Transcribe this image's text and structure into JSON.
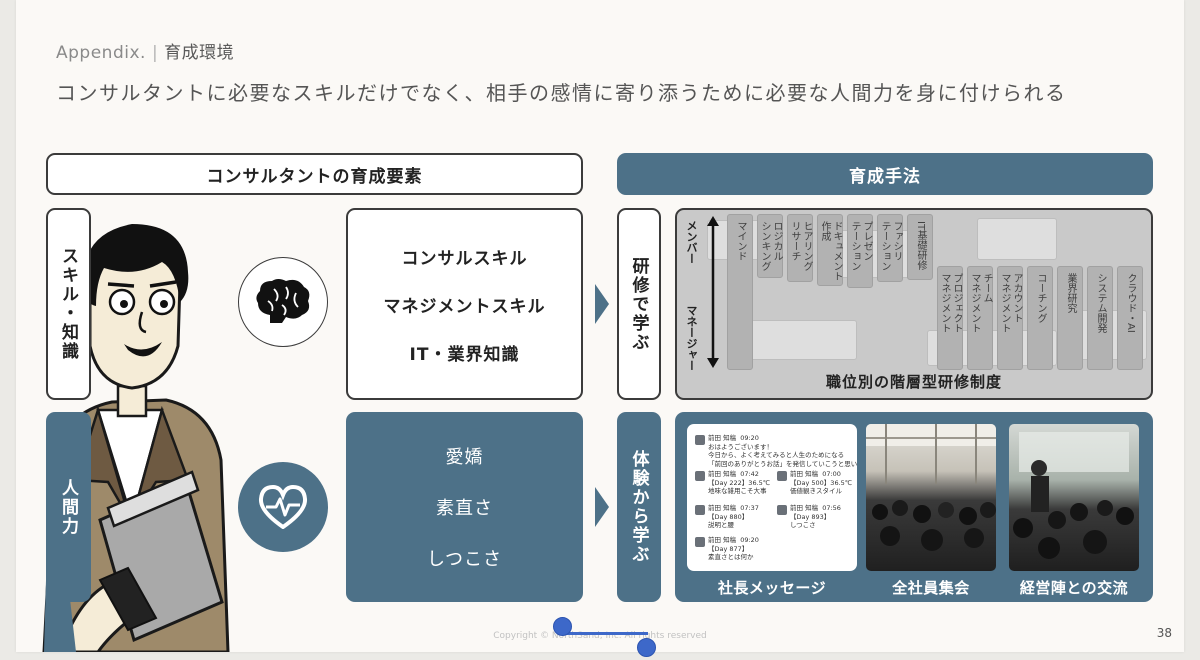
{
  "header": {
    "breadcrumb_section": "Appendix.",
    "breadcrumb_page": "育成環境"
  },
  "subtitle": "コンサルタントに必要なスキルだけでなく、相手の感情に寄り添うために必要な人間力を身に付けられる",
  "left_header": "コンサルタントの育成要素",
  "right_header": "育成手法",
  "categories": {
    "skill": "スキル・知識",
    "human": "人間力"
  },
  "skills": [
    "コンサルスキル",
    "マネジメントスキル",
    "IT・業界知識"
  ],
  "human_traits": [
    "愛嬌",
    "素直さ",
    "しつこさ"
  ],
  "methods": {
    "training": "研修で学ぶ",
    "experience": "体験から学ぶ"
  },
  "training": {
    "caption": "職位別の階層型研修制度",
    "role_top": "メンバー",
    "role_bottom": "マネージャー",
    "columns": [
      "マインド",
      "ロジカル\nシンキング",
      "ヒアリング\nリサーチ",
      "ドキュメント\n作成",
      "プレゼン\nテーション",
      "ファシリ\nテーション",
      "IT基礎研修",
      "プロジェクト\nマネジメント",
      "チーム\nマネジメント",
      "アカウント\nマネジメント",
      "コーチング",
      "業界研究",
      "システム開発",
      "クラウド・AI"
    ]
  },
  "messages": [
    "前田 知稿  09:20\nおはようございます！\n今日から、よく考えてみると人生のためになる\n「前回のありがとうお話」を発信していこうと思います！",
    "前田 知稿  07:42\n【Day 222】36.5℃\n地味な雑用こそ大事",
    "前田 知稿  07:00\n【Day 500】36.5℃\n価値観きスタイル",
    "前田 知稿  07:37\n【Day 880】\n説明と腰",
    "前田 知稿  07:56\n【Day 893】\nしつこさ",
    "前田 知稿  09:20\n【Day 877】\n素直さとは何か"
  ],
  "experience_captions": [
    "社長メッセージ",
    "全社員集会",
    "経営陣との交流"
  ],
  "footer": {
    "copyright": "Copyright © NorthSand, Inc. All rights reserved",
    "page_number": "38"
  },
  "colors": {
    "accent": "#4d7188",
    "outline": "#3b3b3b",
    "background": "#fbf9f6"
  },
  "icons": {
    "brain": "brain-icon",
    "heart": "heartbeat-icon"
  }
}
